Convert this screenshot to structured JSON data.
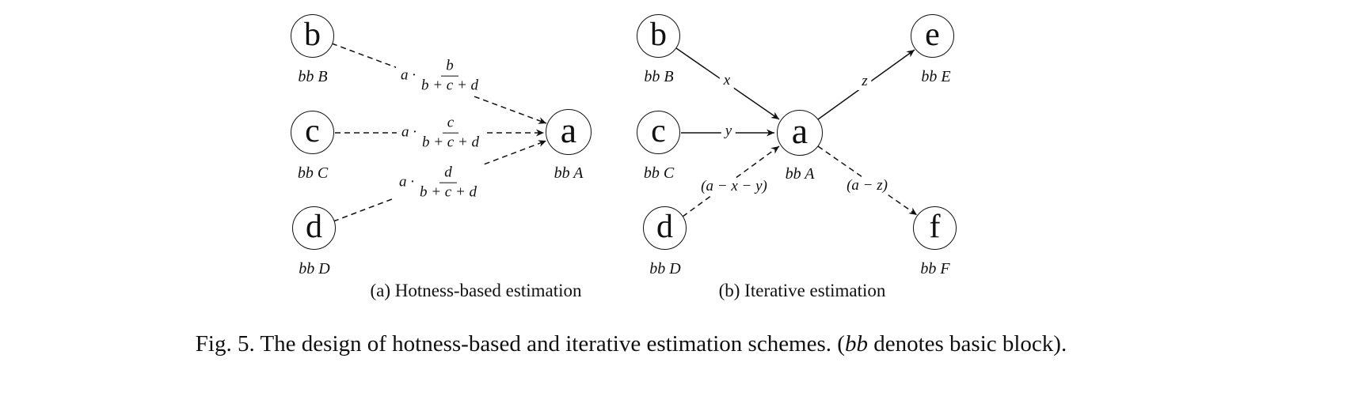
{
  "panel_a": {
    "caption": "(a)  Hotness-based estimation",
    "nodes": [
      {
        "letter": "b",
        "label": "bb B"
      },
      {
        "letter": "c",
        "label": "bb C"
      },
      {
        "letter": "d",
        "label": "bb D"
      },
      {
        "letter": "a",
        "label": "bb A"
      }
    ],
    "edge_labels": [
      {
        "prefix": "a ·",
        "numerator": "b",
        "denominator": "b + c + d"
      },
      {
        "prefix": "a ·",
        "numerator": "c",
        "denominator": "b + c + d"
      },
      {
        "prefix": "a ·",
        "numerator": "d",
        "denominator": "b + c + d"
      }
    ]
  },
  "panel_b": {
    "caption": "(b) Iterative estimation",
    "nodes": [
      {
        "letter": "b",
        "label": "bb B"
      },
      {
        "letter": "c",
        "label": "bb C"
      },
      {
        "letter": "d",
        "label": "bb D"
      },
      {
        "letter": "a",
        "label": "bb A"
      },
      {
        "letter": "e",
        "label": "bb E"
      },
      {
        "letter": "f",
        "label": "bb F"
      }
    ],
    "edge_labels": {
      "b_to_a": "x",
      "c_to_a": "y",
      "a_to_e": "z",
      "d_to_a": "(a − x − y)",
      "a_to_f": "(a − z)"
    }
  },
  "figure_caption": {
    "prefix": "Fig. 5.  The design of hotness-based and iterative estimation schemes. (",
    "emph": "bb",
    "suffix": " denotes basic block)."
  }
}
